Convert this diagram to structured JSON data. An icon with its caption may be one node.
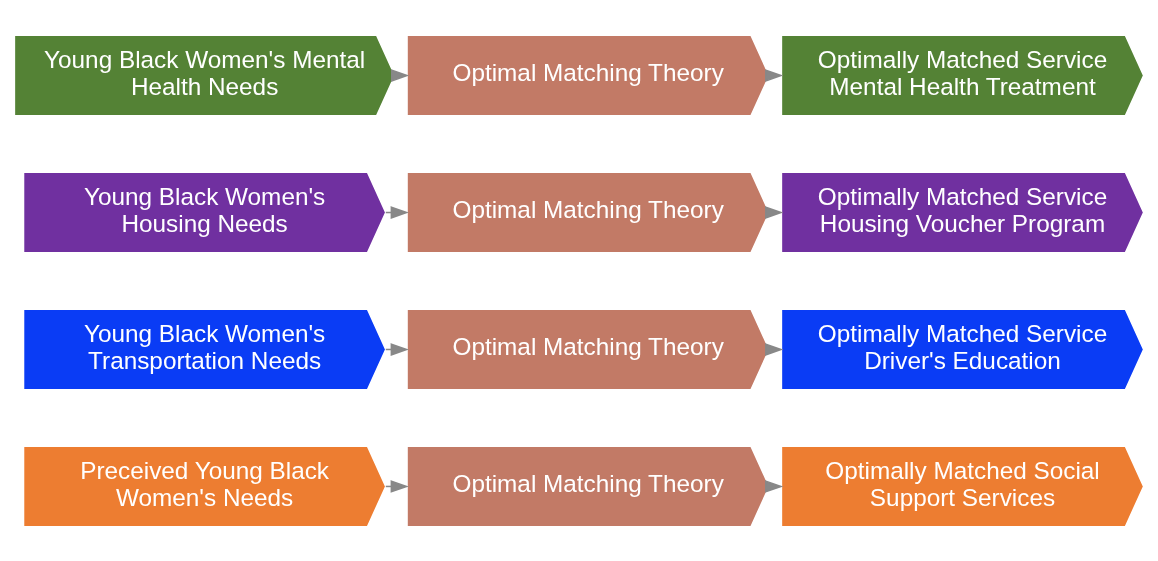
{
  "diagram": {
    "nodes": [
      {
        "text": [
          "Preceived Young Black Women's Needs"
        ]
      },
      {
        "text": [
          "Optimal Matching Theory"
        ]
      },
      {
        "text": [
          "Optimally Matched Social Support Services"
        ]
      },
      {
        "text": [
          "Young Black Women's Transportation Needs"
        ]
      },
      {
        "text": [
          "Optimal Matching Theory"
        ]
      },
      {
        "text": [
          "Optimally Matched Service Driver's Education"
        ]
      },
      {
        "text": [
          "Young Black Women's Housing Needs"
        ]
      },
      {
        "text": [
          "Optimal Matching Theory"
        ]
      },
      {
        "text": [
          "Optimally Matched Service Housing Voucher Program"
        ]
      },
      {
        "text": [
          "Young Black Women's Mental Health Needs"
        ]
      },
      {
        "text": [
          "Optimal Matching Theory"
        ]
      },
      {
        "text": [
          "Optimally Matched Service Mental Health Treatment"
        ]
      }
    ],
    "edges": [
      {
        "from": 0,
        "to": 1,
        "arrow": "to"
      },
      {
        "from": 1,
        "to": 2,
        "arrow": "to"
      },
      {
        "from": 3,
        "to": 4,
        "arrow": "to"
      },
      {
        "from": 4,
        "to": 5,
        "arrow": "to"
      },
      {
        "from": 6,
        "to": 7,
        "arrow": "to"
      },
      {
        "from": 7,
        "to": 8,
        "arrow": "to"
      },
      {
        "from": 9,
        "to": 10,
        "arrow": "to"
      },
      {
        "from": 10,
        "to": 11,
        "arrow": "to"
      }
    ]
  }
}
